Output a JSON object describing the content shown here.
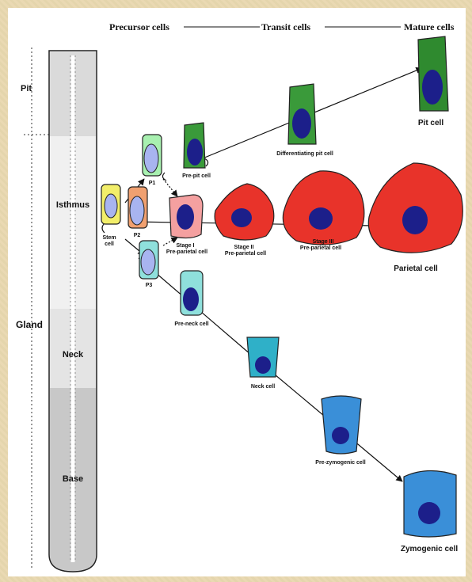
{
  "header": {
    "precursor": "Precursor cells",
    "transit": "Transit cells",
    "mature": "Mature cells"
  },
  "regions": {
    "pit": "Pit",
    "gland": "Gland",
    "isthmus": "Isthmus",
    "neck": "Neck",
    "base": "Base"
  },
  "cells": {
    "stem": [
      "Stem",
      "cell"
    ],
    "p1": "P1",
    "p2": "P2",
    "p3": "P3",
    "pre_pit": "Pre-pit cell",
    "diff_pit": "Differentiating pit cell",
    "pit_cell": "Pit cell",
    "stage1": [
      "Stage I",
      "Pre-parietal cell"
    ],
    "stage2": [
      "Stage II",
      "Pre-parietal cell"
    ],
    "stage3": [
      "Stage III",
      "Pre-parietal cell"
    ],
    "parietal": "Parietal cell",
    "pre_neck": "Pre-neck cell",
    "neck_cell": "Neck cell",
    "pre_zymo": "Pre-zymogenic cell",
    "zymo": "Zymogenic cell"
  },
  "colors": {
    "pit_lineage": "#3a9a3a",
    "parietal_lineage": "#e8332a",
    "zymogenic_lineage": "#3a8fd8",
    "nucleus": "#1c1f8a",
    "stem": "#f2ee6a",
    "p2": "#f0a070",
    "p3": "#8fe0dc",
    "p1": "#a8f0b0"
  }
}
